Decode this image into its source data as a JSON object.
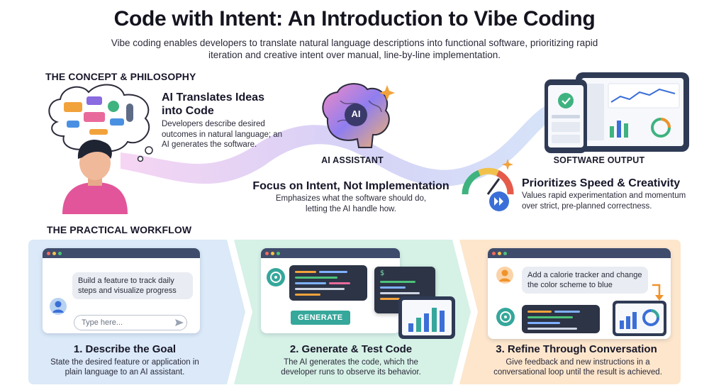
{
  "title": "Code with Intent: An Introduction to Vibe Coding",
  "subtitle": "Vibe coding enables developers to translate natural language descriptions into functional software, prioritizing rapid iteration and creative intent over manual, line-by-line implementation.",
  "concept": {
    "heading": "THE CONCEPT & PHILOSOPHY",
    "translate": {
      "title": "AI Translates Ideas into Code",
      "desc": "Developers describe desired outcomes in natural language; an AI generates the software."
    },
    "ai_badge": "AI",
    "ai_label": "AI ASSISTANT",
    "intent": {
      "title": "Focus on Intent, Not Implementation",
      "desc": "Emphasizes what the software should do, letting the AI handle how."
    },
    "output_label": "SOFTWARE OUTPUT",
    "speed": {
      "title": "Prioritizes Speed & Creativity",
      "desc": "Values rapid experimentation and momentum over strict, pre-planned correctness."
    }
  },
  "workflow": {
    "heading": "THE PRACTICAL WORKFLOW",
    "steps": [
      {
        "title": "1. Describe the Goal",
        "desc": "State the desired feature or application in plain language to an AI assistant.",
        "prompt": "Build a feature to track daily steps and visualize progress",
        "input_placeholder": "Type here..."
      },
      {
        "title": "2. Generate & Test Code",
        "desc": "The AI generates the code, which the developer runs to observe its behavior.",
        "button": "GENERATE",
        "terminal_prompt": "$"
      },
      {
        "title": "3. Refine Through Conversation",
        "desc": "Give feedback and new instructions in a conversational loop until the result is achieved.",
        "prompt": "Add a calorie tracker and change the color scheme to blue"
      }
    ]
  },
  "colors": {
    "step1_bg": "#dbe9f8",
    "step2_bg": "#d6f1e6",
    "step3_bg": "#fde6cc",
    "accent_teal": "#35a79b",
    "accent_blue": "#3b6fd8",
    "accent_orange": "#f0932b"
  }
}
